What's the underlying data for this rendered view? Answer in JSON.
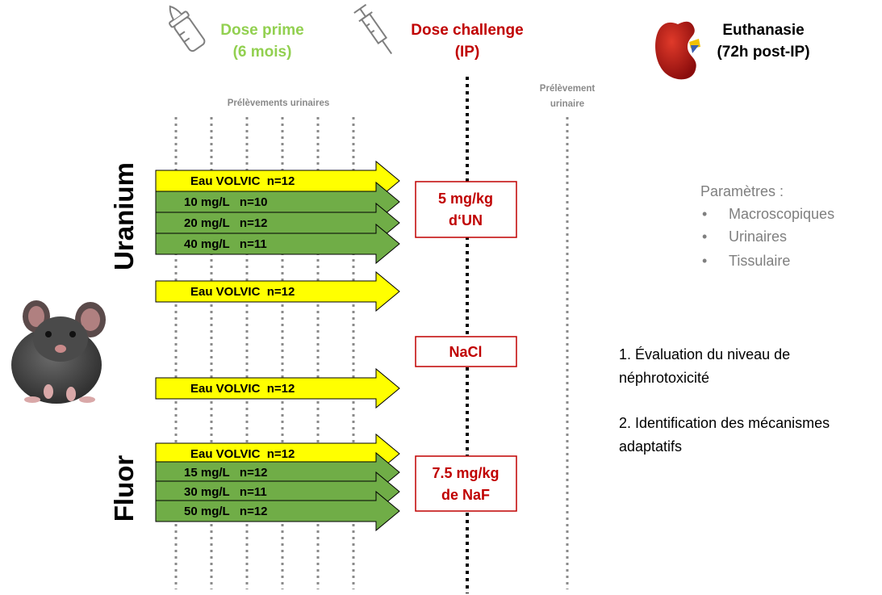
{
  "header": {
    "prime_line1": "Dose prime",
    "prime_line2": "(6 mois)",
    "challenge_line1": "Dose challenge",
    "challenge_line2": "(IP)",
    "euth_line1": "Euthanasie",
    "euth_line2": "(72h post-IP)"
  },
  "colors": {
    "prime": "#92d050",
    "challenge": "#c00000",
    "arrow_yellow": "#ffff00",
    "arrow_green": "#70ad47",
    "grey_text": "#8a8a8a"
  },
  "sampling": {
    "urinary_label": "Prélèvements urinaires",
    "final_line1": "Prélèvement",
    "final_line2": "urinaire"
  },
  "groups": {
    "uranium_label": "Uranium",
    "fluor_label": "Fluor"
  },
  "arrows": [
    {
      "label": "Eau VOLVIC  n=12",
      "color": "yellow"
    },
    {
      "label": "10 mg/L   n=10",
      "color": "green"
    },
    {
      "label": "20 mg/L   n=12",
      "color": "green"
    },
    {
      "label": "40 mg/L   n=11",
      "color": "green"
    },
    {
      "label": "Eau VOLVIC  n=12",
      "color": "yellow"
    },
    {
      "label": "Eau VOLVIC  n=12",
      "color": "yellow"
    },
    {
      "label": "Eau VOLVIC  n=12",
      "color": "yellow"
    },
    {
      "label": "15 mg/L   n=12",
      "color": "green"
    },
    {
      "label": "30 mg/L   n=11",
      "color": "green"
    },
    {
      "label": "50 mg/L   n=12",
      "color": "green"
    }
  ],
  "boxes": {
    "uranium_line1": "5 mg/kg",
    "uranium_line2": "d‘UN",
    "control": "NaCl",
    "fluor_line1": "7.5 mg/kg",
    "fluor_line2": "de NaF"
  },
  "parameters": {
    "title": "Paramètres :",
    "items": [
      "Macroscopiques",
      "Urinaires",
      "Tissulaire"
    ]
  },
  "objectives": {
    "item1_line1": "1. Évaluation du niveau de",
    "item1_line2": "néphrotoxicité",
    "item2_line1": "2. Identification des mécanismes",
    "item2_line2": "adaptatifs"
  },
  "icons": [
    "baby-bottle-icon",
    "syringe-icon",
    "kidney-icon",
    "mouse-image"
  ]
}
